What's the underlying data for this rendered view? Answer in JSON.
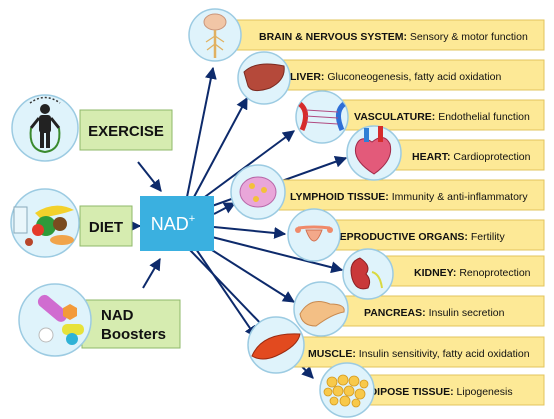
{
  "colors": {
    "input_box_fill": "#d6ecb0",
    "input_box_stroke": "#8fb86a",
    "organ_box_fill": "#fde996",
    "organ_box_stroke": "#e2c45c",
    "nad_fill": "#3ab0e0",
    "icon_circle_fill": "#dff3fb",
    "icon_circle_stroke": "#9ccbe2",
    "arrow": "#0d2a6b"
  },
  "inputs": [
    {
      "label": "EXERCISE",
      "icon": "exercise-icon"
    },
    {
      "label": "DIET",
      "icon": "diet-icon"
    },
    {
      "label_lines": [
        "NAD",
        "Boosters"
      ],
      "icon": "pills-icon"
    }
  ],
  "hub": {
    "label": "NAD",
    "superscript": "+"
  },
  "targets": [
    {
      "organ": "BRAIN & NERVOUS SYSTEM:",
      "function": "Sensory & motor function",
      "icon": "brain-icon"
    },
    {
      "organ": "LIVER:",
      "function": "Gluconeogenesis, fatty acid oxidation",
      "icon": "liver-icon"
    },
    {
      "organ": "VASCULATURE:",
      "function": "Endothelial function",
      "icon": "vasculature-icon"
    },
    {
      "organ": "HEART:",
      "function": "Cardioprotection",
      "icon": "heart-icon"
    },
    {
      "organ": "LYMPHOID TISSUE:",
      "function": "Immunity & anti-inflammatory",
      "icon": "lymphoid-icon"
    },
    {
      "organ": "REPRODUCTIVE ORGANS:",
      "function": "Fertility",
      "icon": "reproductive-icon"
    },
    {
      "organ": "KIDNEY:",
      "function": "Renoprotection",
      "icon": "kidney-icon"
    },
    {
      "organ": "PANCREAS:",
      "function": "Insulin secretion",
      "icon": "pancreas-icon"
    },
    {
      "organ": "MUSCLE:",
      "function": "Insulin sensitivity, fatty acid oxidation",
      "icon": "muscle-icon"
    },
    {
      "organ": "ADIPOSE TISSUE:",
      "function": "Lipogenesis",
      "icon": "adipose-icon"
    }
  ]
}
